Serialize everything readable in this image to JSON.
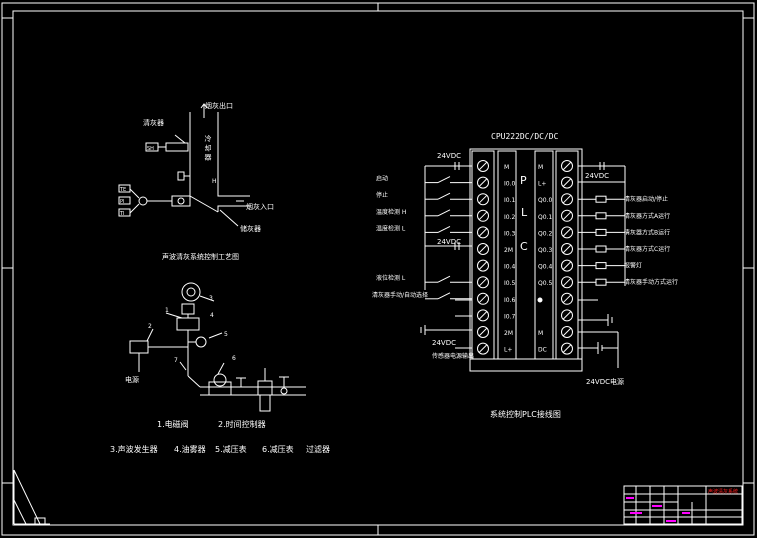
{
  "colors": {
    "background": "#000000",
    "lines": "#ffffff",
    "titleblock_accent": "#ff00ff",
    "titleblock_red": "#ff2020"
  },
  "left_top": {
    "caption": "声波清灰系统控制工艺图",
    "labels": {
      "outlet": "烟灰出口",
      "generator": "清灰器",
      "inlet": "烟灰入口",
      "body": "储灰器",
      "vessel_vertical": "冷 却 器",
      "tag_a": "SH",
      "tag_b": "TE",
      "tag_c": "PI",
      "tag_d": "TI",
      "tag_e": "H"
    }
  },
  "left_bottom": {
    "power": "电源",
    "numbers": [
      "1",
      "2",
      "3",
      "4",
      "5",
      "6",
      "7"
    ],
    "legend_line1": [
      "1.电磁阀",
      "2.时间控制器"
    ],
    "legend_line2": [
      "3.声波发生器",
      "4.油雾器",
      "5.减压表",
      "6.减压表",
      "过滤器"
    ]
  },
  "plc": {
    "title": "CPU222DC/DC/DC",
    "caption": "系统控制PLC接线图",
    "center": [
      "P",
      "L",
      "C"
    ],
    "left_supply_top": "24VDC",
    "left_supply_mid": "24VDC",
    "left_supply_bottom": "24VDC",
    "left_supply_bottom_sub": "传感器电源输出",
    "right_supply_top": "24VDC",
    "right_supply_bottom": "24VDC电源",
    "inputs": [
      "启动",
      "停止",
      "温度检测 H",
      "温度检测 L",
      "",
      "液位检测 L",
      "清灰器手动/自动选择"
    ],
    "input_pins": [
      "M",
      "I0.0",
      "I0.1",
      "I0.2",
      "I0.3",
      "2M",
      "I0.4",
      "I0.5",
      "I0.6",
      "I0.7",
      "2M",
      "L+"
    ],
    "output_pins": [
      "M",
      "L+",
      "Q0.0",
      "Q0.1",
      "Q0.2",
      "Q0.3",
      "Q0.4",
      "Q0.5",
      "",
      "",
      "M",
      "DC"
    ],
    "outputs": [
      "清灰器启动/停止",
      "清灰器方式A运行",
      "清灰器方式B运行",
      "清灰器方式C运行",
      "报警灯",
      "清灰器手动方式运行"
    ]
  },
  "title_block": {
    "header": "声波清灰系统"
  }
}
